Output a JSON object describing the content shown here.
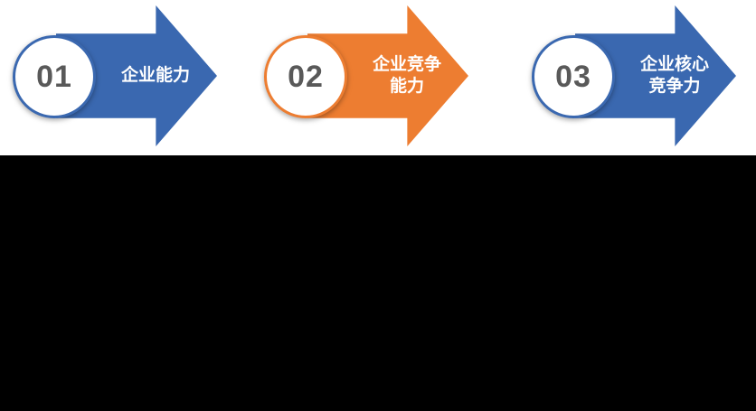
{
  "diagram": {
    "band_background": "#FFFFFF",
    "page_background": "#000000",
    "number_color": "#595959",
    "label_color": "#FFFFFF",
    "steps": [
      {
        "number": "01",
        "label": "企业能力",
        "display": "企业能力",
        "color": "#3A68B0"
      },
      {
        "number": "02",
        "label": "企业竞争能力",
        "display": "企业竞争\n能力",
        "color": "#ED7D31"
      },
      {
        "number": "03",
        "label": "企业核心竞争力",
        "display": "企业核心\n竞争力",
        "color": "#3A68B0"
      }
    ]
  }
}
